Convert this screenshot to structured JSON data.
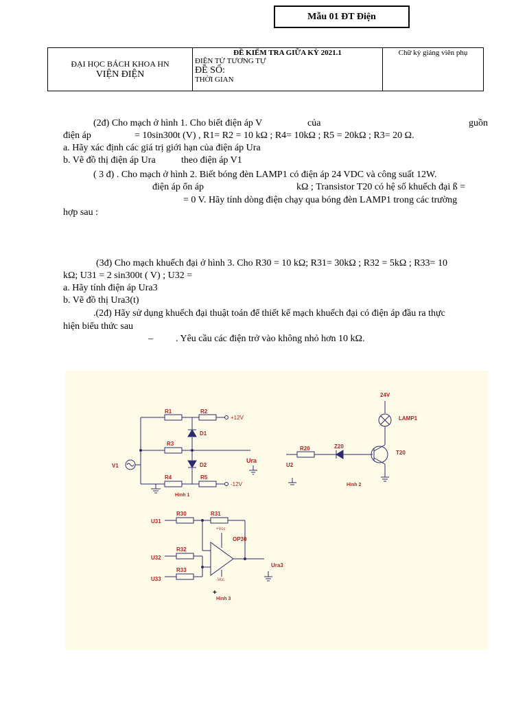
{
  "form_label": "Mẫu 01 ĐT  Điện",
  "header": {
    "university": "ĐẠI HỌC BÁCH KHOA HN",
    "institute": "VIỆN ĐIỆN",
    "exam_title": "ĐỀ KIỂM TRA GIỮA KỲ  2021.1",
    "subject": "ĐIỆN TỬ TƯƠNG TỰ",
    "exam_no": "ĐỀ SỐ:",
    "time": "THỜI GIAN",
    "signature": "Chữ ký giảng viên phụ"
  },
  "q1": {
    "line1_a": "(2đ)   Cho mạch ở hình 1. Cho biết điện áp V",
    "line1_b": "của",
    "line1_c": "guồn",
    "line2_a": "điện áp",
    "line2_b": "= 10sin300t (V) , R1= R2 = 10 kΩ ; R4= 10kΩ ; R5 = 20kΩ ; R3= 20 Ω.",
    "a": "a. Hãy xác định các giá trị giới hạn của điện áp Ura",
    "b_a": "b. Vẽ đồ thị điện áp Ura",
    "b_b": "theo điện áp V1"
  },
  "q2": {
    "line1": "( 3 đ) . Cho mạch ở hình 2. Biết bóng đèn LAMP1 có điện áp 24 VDC và công suất 12W.",
    "line2_a": "điện áp ổn áp",
    "line2_b": "kΩ ; Transistor T20 có hệ số khuếch đại ß =",
    "line3": "= 0 V. Hãy tính dòng điện chạy qua bóng đèn LAMP1 trong  các trường",
    "line4": "hợp sau :"
  },
  "q3": {
    "line1": "(3đ)   Cho mạch khuếch đại ở hình 3. Cho R30 = 10 kΩ; R31= 30kΩ ; R32 = 5kΩ ; R33= 10",
    "line2": "kΩ; U31 = 2 sin300t ( V) ; U32 =",
    "a": "a. Hãy tính điện áp Ura3",
    "b": "b. Vẽ đồ thị Ura3(t)"
  },
  "q4": {
    "line1": ".(2đ)  Hãy sử dụng khuếch đại thuật toán để thiết kế mạch khuếch đại có điện áp đầu ra thực",
    "line2": "hiện biểu thức sau",
    "line3_a": "–",
    "line3_b": ".  Yêu cầu các điện trở vào không nhỏ hơn 10 kΩ."
  },
  "fig1": {
    "r1": "R1",
    "r2": "R2",
    "r3": "R3",
    "r4": "R4",
    "r5": "R5",
    "d1": "D1",
    "d2": "D2",
    "v1": "V1",
    "vpos": "+12V",
    "vneg": "-12V",
    "out": "Ura",
    "caption": "Hình 1"
  },
  "fig2": {
    "supply": "24V",
    "lamp": "LAMP1",
    "r20": "R20",
    "z20": "Z20",
    "t20": "T20",
    "u2": "U2",
    "caption": "Hình 2"
  },
  "fig3": {
    "r30": "R30",
    "r31": "R31",
    "r32": "R32",
    "r33": "R33",
    "u31": "U31",
    "u32": "U32",
    "u33": "U33",
    "op": "OP30",
    "vcc_pos": "+Vcc",
    "vcc_neg": "-Vcc",
    "out": "Ura3",
    "caption": "Hình 3"
  },
  "colors": {
    "wire": "#2b2b6e",
    "label": "#b22222",
    "figure_bg": "#fdfbe8"
  }
}
